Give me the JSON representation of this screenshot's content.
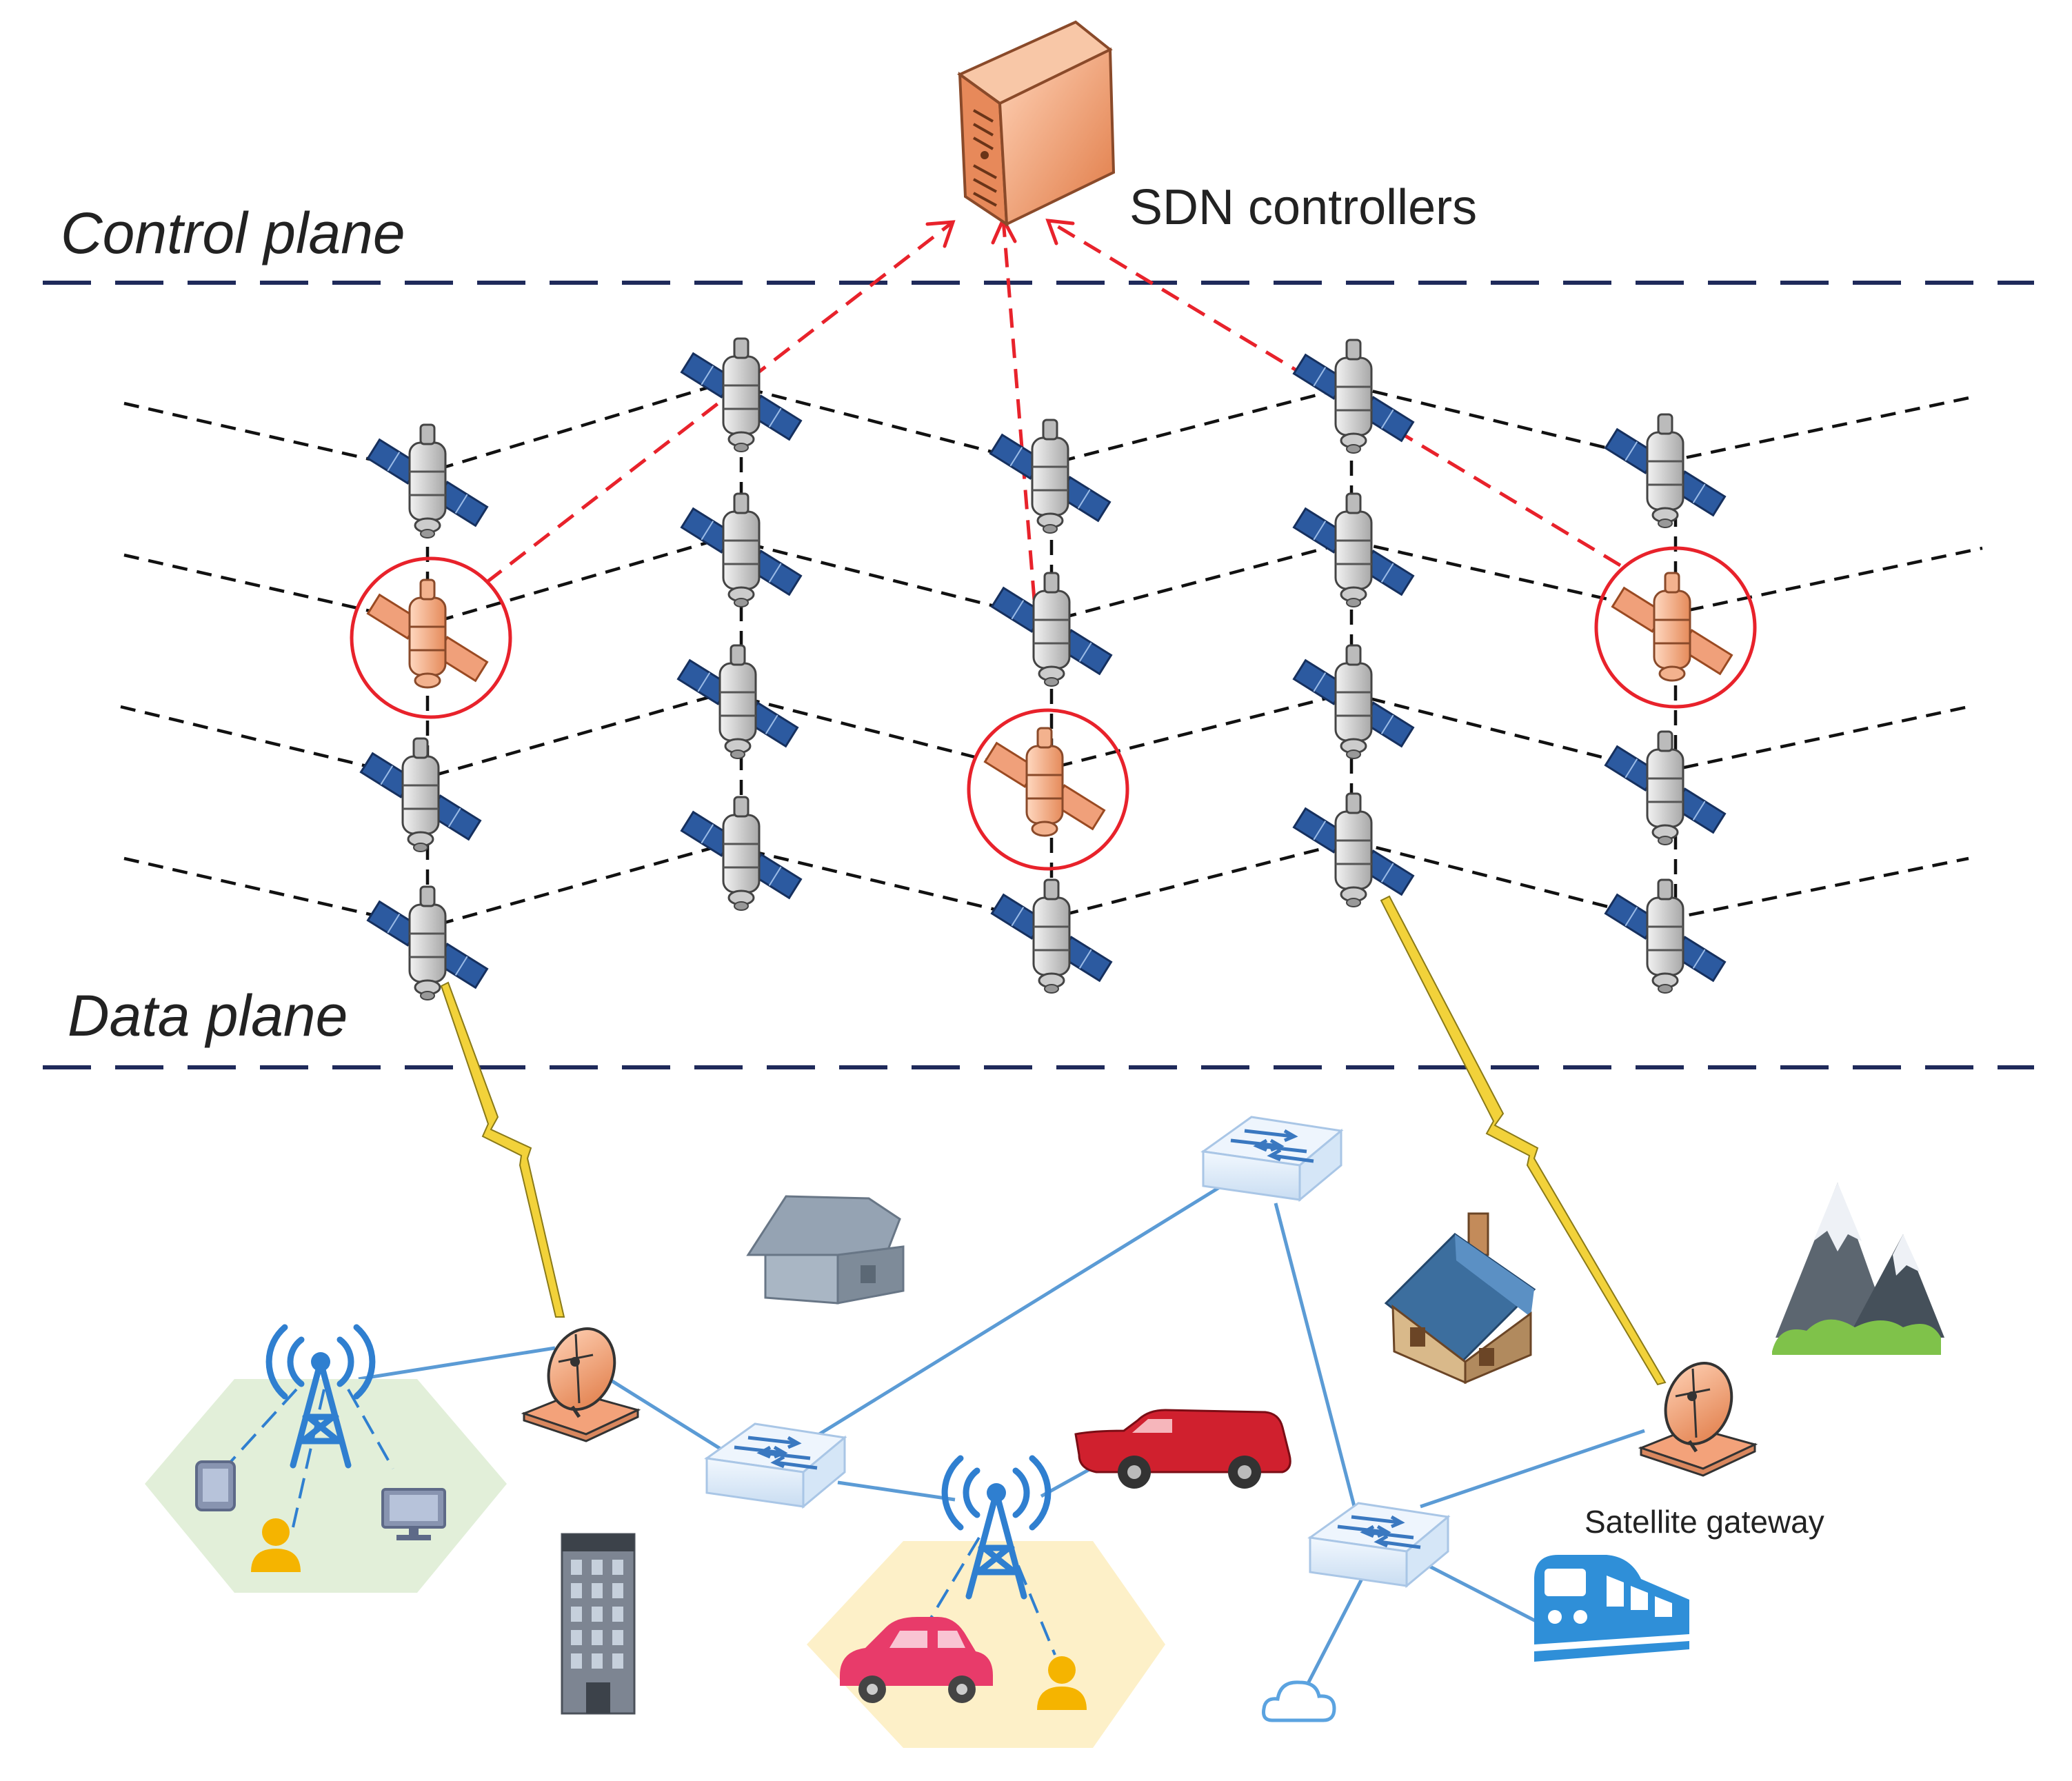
{
  "labels": {
    "control_plane": "Control plane",
    "data_plane": "Data plane",
    "sdn_controllers": "SDN controllers",
    "satellite_gateway": "Satellite gateway"
  },
  "colors": {
    "plane_divider": "#1f2a5a",
    "isl_link": "#111111",
    "control_link": "#e8222b",
    "terrestrial_link": "#5b9bd5",
    "controller_highlight": "#e8222b",
    "satellite_panel": "#2c5aa0",
    "controller_satellite": "#f0a07a",
    "server": "#f0a07a",
    "lightning": "#f2d23a",
    "cell_green": "#e2efd9",
    "cell_yellow": "#fdf0c8",
    "antenna": "#2f7fd0",
    "user": "#f5b400"
  },
  "satellites": {
    "count": 20,
    "controller_count": 3
  }
}
